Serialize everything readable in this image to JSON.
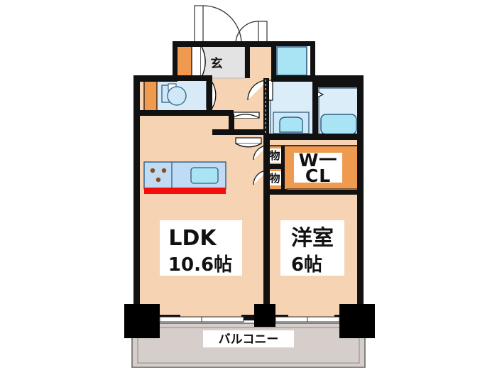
{
  "document": {
    "type": "japanese-apartment-floor-plan",
    "layout_name": "1LDK"
  },
  "rooms": [
    {
      "id": "ldk",
      "label_line1": "LDK",
      "label_line2": "10.6帖",
      "name": "living-dining-kitchen"
    },
    {
      "id": "washitsu",
      "label_line1": "洋室",
      "label_line2": "6帖",
      "name": "western-style-room"
    },
    {
      "id": "balcony",
      "label_line1": "バルコニー",
      "label_line2": "",
      "name": "balcony"
    },
    {
      "id": "genkan",
      "label_line1": "玄",
      "label_line2": "",
      "name": "entrance-hall"
    },
    {
      "id": "wcl",
      "label_line1": "W一",
      "label_line2": "CL",
      "name": "walk-in-closet"
    },
    {
      "id": "storage1",
      "label_line1": "物",
      "label_line2": "",
      "name": "storage-upper"
    },
    {
      "id": "storage2",
      "label_line1": "物",
      "label_line2": "",
      "name": "storage-lower"
    }
  ],
  "labels": {
    "ldk_name": "LDK",
    "ldk_size": "10.6帖",
    "bedroom_name": "洋室",
    "bedroom_size": "6帖",
    "balcony": "バルコニー",
    "entrance": "玄",
    "walk_in_closet_line1": "W一",
    "walk_in_closet_line2": "CL",
    "storage_upper": "物",
    "storage_lower": "物"
  },
  "fixtures": [
    {
      "name": "kitchen-counter",
      "detail": "sink and 3-burner stove with red front edge"
    },
    {
      "name": "stove-burners",
      "detail": "three burner rings"
    },
    {
      "name": "sink-basin",
      "detail": "rounded rectangle sink"
    },
    {
      "name": "toilet",
      "detail": "toilet bowl with tank"
    },
    {
      "name": "bathtub",
      "detail": "rounded rectangle tub"
    },
    {
      "name": "vanity-washbasin",
      "detail": "washbasin in washroom"
    },
    {
      "name": "washing-machine-space",
      "detail": "square pan at top of washroom"
    },
    {
      "name": "shoe-cabinet",
      "detail": "orange cabinet at entrance"
    }
  ],
  "colors": {
    "floor_peach": "#f6d3b3",
    "floor_peach_light": "#f8dcc3",
    "closet_orange": "#ef9a4f",
    "water_blue": "#cfe8f7",
    "water_blue_strong": "#a9e4f5",
    "wall_black": "#111111",
    "balcony_gray": "#d5ceca",
    "genkan_gray": "#e3e3e3",
    "kitchen_red": "#f40d0d",
    "label_white": "#ffffff",
    "background": "#ffffff"
  }
}
